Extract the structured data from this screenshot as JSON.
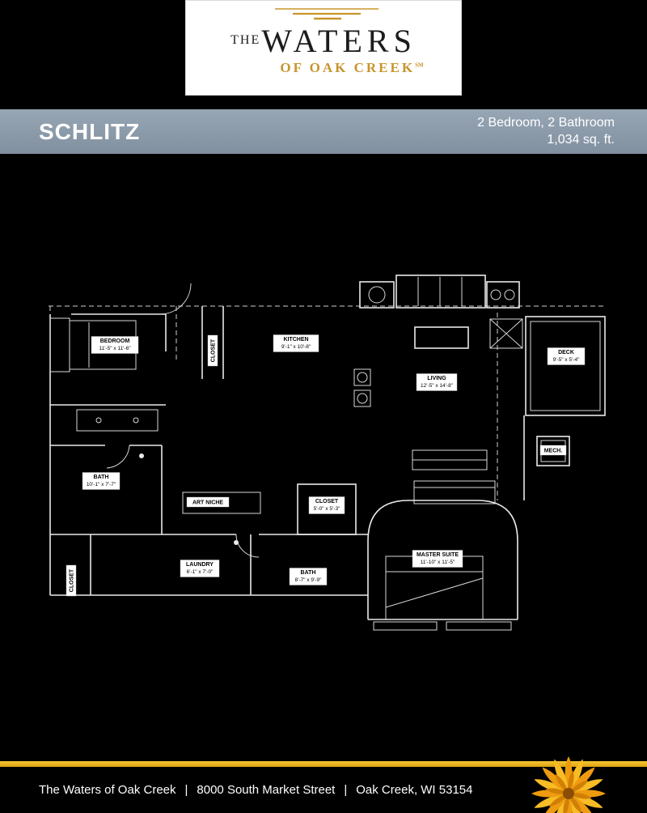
{
  "logo": {
    "the": "THE",
    "waters": "WATERS",
    "subtitle": "OF OAK CREEK",
    "mark": "SM"
  },
  "header": {
    "plan_name": "SCHLITZ",
    "bed_bath": "2 Bedroom, 2 Bathroom",
    "sqft": "1,034 sq. ft."
  },
  "floorplan": {
    "rooms": [
      {
        "name": "BEDROOM",
        "dims": "11'-5\" x 11'-6\""
      },
      {
        "name": "CLOSET",
        "dims": ""
      },
      {
        "name": "KITCHEN",
        "dims": "9'-1\" x 10'-8\""
      },
      {
        "name": "LIVING",
        "dims": "12'-5\" x 14'-8\""
      },
      {
        "name": "DECK",
        "dims": "9'-5\" x 5'-4\""
      },
      {
        "name": "MECH.",
        "dims": ""
      },
      {
        "name": "BATH",
        "dims": "10'-1\" x 7'-7\""
      },
      {
        "name": "ART NICHE",
        "dims": ""
      },
      {
        "name": "CLOSET",
        "dims": "5'-0\" x 5'-3\""
      },
      {
        "name": "LAUNDRY",
        "dims": "6'-1\" x 7'-0\""
      },
      {
        "name": "BATH",
        "dims": "8'-7\" x 9'-9\""
      },
      {
        "name": "MASTER SUITE",
        "dims": "11'-10\" x 11'-5\""
      },
      {
        "name": "CLOSET",
        "dims": ""
      }
    ]
  },
  "footer": {
    "community": "The Waters of Oak Creek",
    "separator": "|",
    "street": "8000 South Market Street",
    "city": "Oak Creek, WI 53154"
  },
  "colors": {
    "background": "#000000",
    "header_bar": "#8d9cab",
    "gold": "#e9b21e",
    "logo_gold": "#c8952c",
    "line": "#e9e9e9",
    "flower_orange": "#ef9b10"
  }
}
